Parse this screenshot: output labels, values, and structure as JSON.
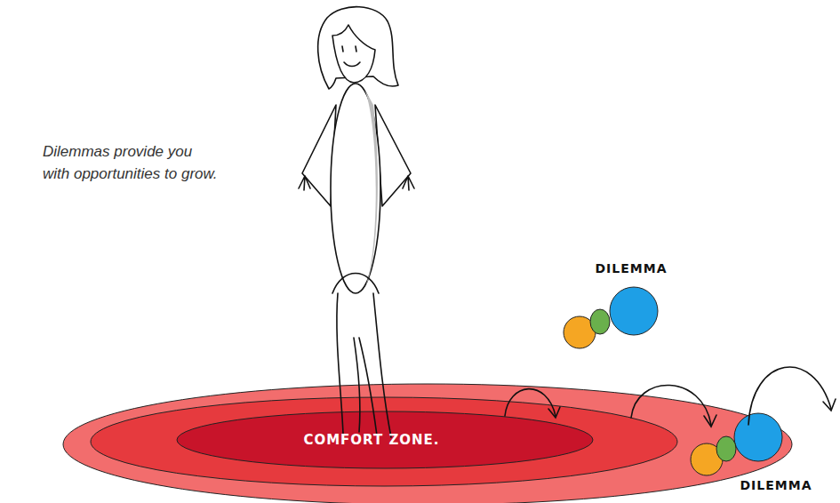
{
  "diagram": {
    "caption": "Dilemmas provide you with opportunities to grow.",
    "nodes": [
      {
        "text": [
          "COMFORT ZONE."
        ]
      },
      {
        "text": [
          "DILEMMA"
        ]
      },
      {
        "text": [
          "DILEMMA"
        ]
      }
    ]
  }
}
